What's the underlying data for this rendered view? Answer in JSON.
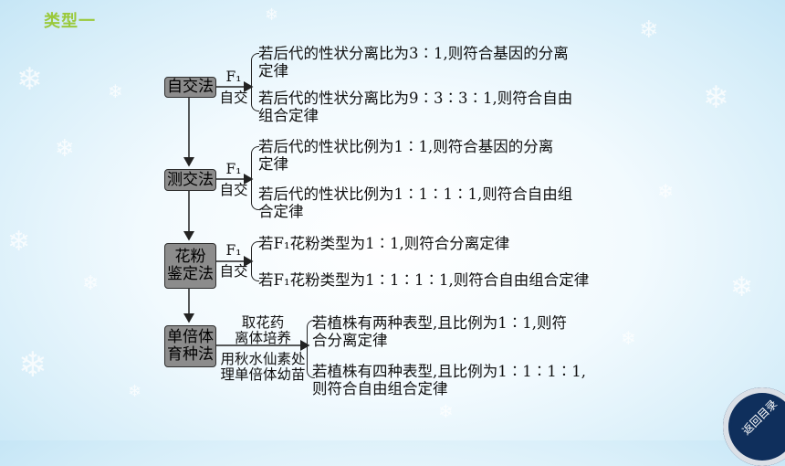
{
  "header": {
    "tag": "类型一"
  },
  "diagram": {
    "methods": [
      {
        "label": "自交法",
        "connector_top": "F₁",
        "connector_bottom": "自交",
        "outcomes": [
          "若后代的性状分离比为3∶1,则符合基因的分离\n定律",
          "若后代的性状分离比为9∶3∶3∶1,则符合自由\n组合定律"
        ]
      },
      {
        "label": "测交法",
        "connector_top": "F₁",
        "connector_bottom": "自交",
        "outcomes": [
          "若后代的性状比例为1∶1,则符合基因的分离\n定律",
          "若后代的性状比例为1∶1∶1∶1,则符合自由组\n合定律"
        ]
      },
      {
        "label": "花粉\n鉴定法",
        "connector_top": "F₁",
        "connector_bottom": "自交",
        "outcomes": [
          "若F₁花粉类型为1∶1,则符合分离定律",
          "若F₁花粉类型为1∶1∶1∶1,则符合自由组合定律"
        ]
      },
      {
        "label": "单倍体\n育种法",
        "step_top": "取花药\n离体培养",
        "step_bottom": "用秋水仙素处\n理单倍体幼苗",
        "outcomes": [
          "若植株有两种表型,且比例为1∶1,则符\n合分离定律",
          "若植株有四种表型,且比例为1∶1∶1∶1,\n则符合自由组合定律"
        ]
      }
    ]
  },
  "nav": {
    "back_label": "返回目录"
  }
}
